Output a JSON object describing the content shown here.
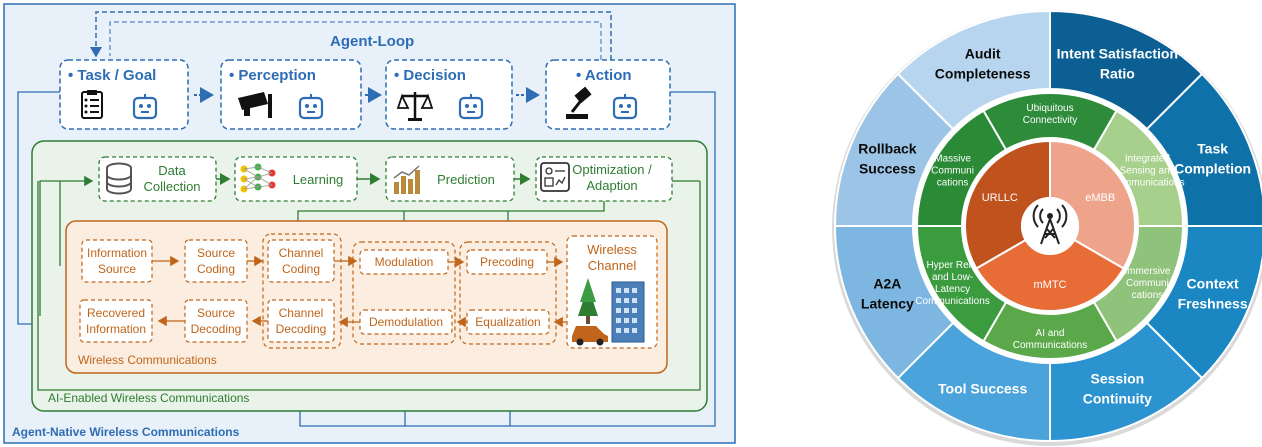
{
  "left_diagram": {
    "outer_label": "Agent-Native Wireless Communications",
    "agent_loop_title": "Agent-Loop",
    "agent_steps": [
      {
        "label": "• Task / Goal",
        "icon": "clipboard-icon"
      },
      {
        "label": "• Perception",
        "icon": "camera-icon"
      },
      {
        "label": "• Decision",
        "icon": "scales-icon"
      },
      {
        "label": "• Action",
        "icon": "gavel-icon"
      }
    ],
    "ai_label": "AI-Enabled Wireless Communications",
    "ai_steps": [
      {
        "lines": [
          "Data",
          "Collection"
        ],
        "icon": "database-icon"
      },
      {
        "lines": [
          "Learning"
        ],
        "icon": "neural-network-icon"
      },
      {
        "lines": [
          "Prediction"
        ],
        "icon": "bar-chart-icon"
      },
      {
        "lines": [
          "Optimization /",
          "Adaption"
        ],
        "icon": "optimization-icon"
      }
    ],
    "wc_label": "Wireless Communications",
    "wc_blocks": {
      "info_source": [
        "Information",
        "Source"
      ],
      "source_coding": [
        "Source",
        "Coding"
      ],
      "channel_coding": [
        "Channel",
        "Coding"
      ],
      "modulation": [
        "Modulation"
      ],
      "precoding": [
        "Precoding"
      ],
      "wireless_channel": [
        "Wireless",
        "Channel"
      ],
      "recovered_info": [
        "Recovered",
        "Information"
      ],
      "source_decoding": [
        "Source",
        "Decoding"
      ],
      "channel_decoding": [
        "Channel",
        "Decoding"
      ],
      "demodulation": [
        "Demodulation"
      ],
      "equalization": [
        "Equalization"
      ]
    },
    "colors": {
      "agent_blue": "#2e6db4",
      "ai_green": "#2e7d32",
      "wc_orange": "#c0651a"
    }
  },
  "right_wheel": {
    "center_icon": "antenna-tower-icon",
    "inner_ring": [
      {
        "label": "URLLC",
        "color": "#c0521d"
      },
      {
        "label": "eMBB",
        "color": "#eea48b"
      },
      {
        "label": "mMTC",
        "color": "#e86c36"
      }
    ],
    "middle_ring": [
      {
        "lines": [
          "Ubiquitous",
          "Connectivity"
        ],
        "color": "#2e8b3a"
      },
      {
        "lines": [
          "Integrated",
          "Sensing and",
          "Communications"
        ],
        "color": "#a8d08d"
      },
      {
        "lines": [
          "Immersive",
          "Communi",
          "cations"
        ],
        "color": "#8fc27a"
      },
      {
        "lines": [
          "AI and",
          "Communications"
        ],
        "color": "#5aa84a"
      },
      {
        "lines": [
          "Hyper Relia",
          "and Low-",
          "Latency",
          "Communications"
        ],
        "color": "#3a9b3f"
      },
      {
        "lines": [
          "Massive",
          "Communi",
          "cations"
        ],
        "color": "#2a8a36"
      }
    ],
    "outer_ring": [
      {
        "lines": [
          "Intent Satisfaction",
          "Ratio"
        ],
        "color": "#0b5f93"
      },
      {
        "lines": [
          "Task",
          "Completion"
        ],
        "color": "#0e72a8"
      },
      {
        "lines": [
          "Context",
          "Freshness"
        ],
        "color": "#1a86c2"
      },
      {
        "lines": [
          "Session",
          "Continuity"
        ],
        "color": "#2a93d0"
      },
      {
        "lines": [
          "Tool Success"
        ],
        "color": "#4aa3da"
      },
      {
        "lines": [
          "A2A",
          "Latency"
        ],
        "color": "#7db6e0"
      },
      {
        "lines": [
          "Rollback",
          "Success"
        ],
        "color": "#9cc4e6"
      },
      {
        "lines": [
          "Audit",
          "Completeness"
        ],
        "color": "#b7d5ee"
      }
    ]
  }
}
